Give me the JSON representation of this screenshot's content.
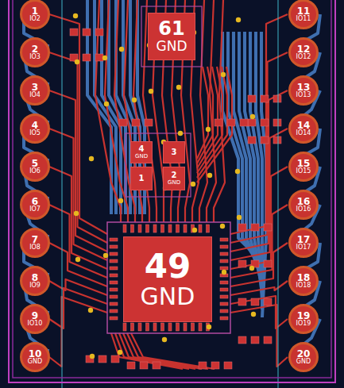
{
  "diagram": {
    "nodes": [
      {
        "text": [
          "61",
          "GND"
        ]
      },
      {
        "text": [
          "4",
          "GND"
        ]
      },
      {
        "text": [
          "3"
        ]
      },
      {
        "text": [
          "1"
        ]
      },
      {
        "text": [
          "2",
          "GND"
        ]
      },
      {
        "text": [
          "49",
          "GND"
        ]
      },
      {
        "text": [
          "1",
          "IO2"
        ]
      },
      {
        "text": [
          "2",
          "IO3"
        ]
      },
      {
        "text": [
          "3",
          "IO4"
        ]
      },
      {
        "text": [
          "4",
          "IO5"
        ]
      },
      {
        "text": [
          "5",
          "IO6"
        ]
      },
      {
        "text": [
          "6",
          "IO7"
        ]
      },
      {
        "text": [
          "7",
          "IO8"
        ]
      },
      {
        "text": [
          "8",
          "IO9"
        ]
      },
      {
        "text": [
          "9",
          "IO10"
        ]
      },
      {
        "text": [
          "10",
          "GND"
        ]
      },
      {
        "text": [
          "11",
          "IO11"
        ]
      },
      {
        "text": [
          "12",
          "IO12"
        ]
      },
      {
        "text": [
          "13",
          "IO13"
        ]
      },
      {
        "text": [
          "14",
          "IO14"
        ]
      },
      {
        "text": [
          "15",
          "IO15"
        ]
      },
      {
        "text": [
          "16",
          "IO16"
        ]
      },
      {
        "text": [
          "17",
          "IO17"
        ]
      },
      {
        "text": [
          "18",
          "IO18"
        ]
      },
      {
        "text": [
          "19",
          "IO19"
        ]
      },
      {
        "text": [
          "20",
          "GND"
        ]
      }
    ]
  }
}
